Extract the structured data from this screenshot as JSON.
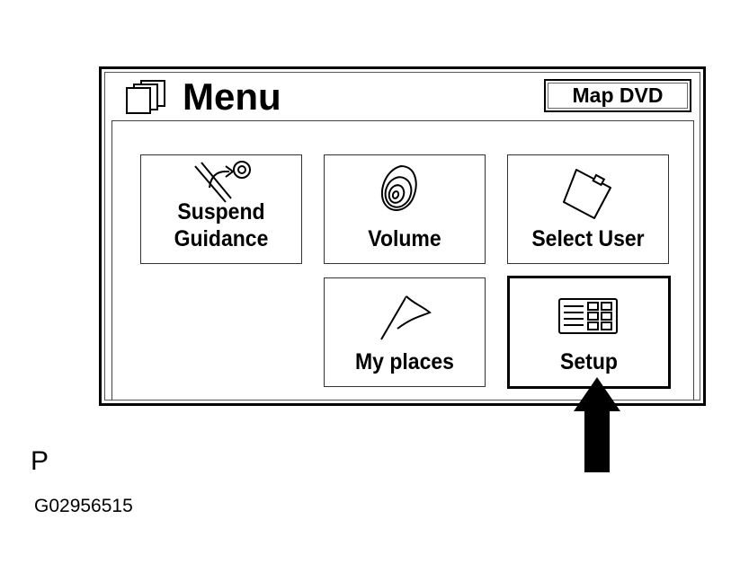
{
  "header": {
    "title": "Menu",
    "source_button": "Map DVD"
  },
  "tiles": [
    {
      "id": "suspend-guidance",
      "label_line1": "Suspend",
      "label_line2": "Guidance",
      "icon": "route-cancel-icon"
    },
    {
      "id": "volume",
      "label": "Volume",
      "icon": "speaker-icon"
    },
    {
      "id": "select-user",
      "label": "Select User",
      "icon": "card-icon"
    },
    {
      "id": "my-places",
      "label": "My places",
      "icon": "flag-icon"
    },
    {
      "id": "setup",
      "label": "Setup",
      "icon": "settings-grid-icon",
      "selected": true
    }
  ],
  "annotations": {
    "letter": "P",
    "figure_code": "G02956515",
    "pointer": "arrow-up-icon"
  },
  "colors": {
    "ink": "#000000",
    "background": "#ffffff"
  }
}
